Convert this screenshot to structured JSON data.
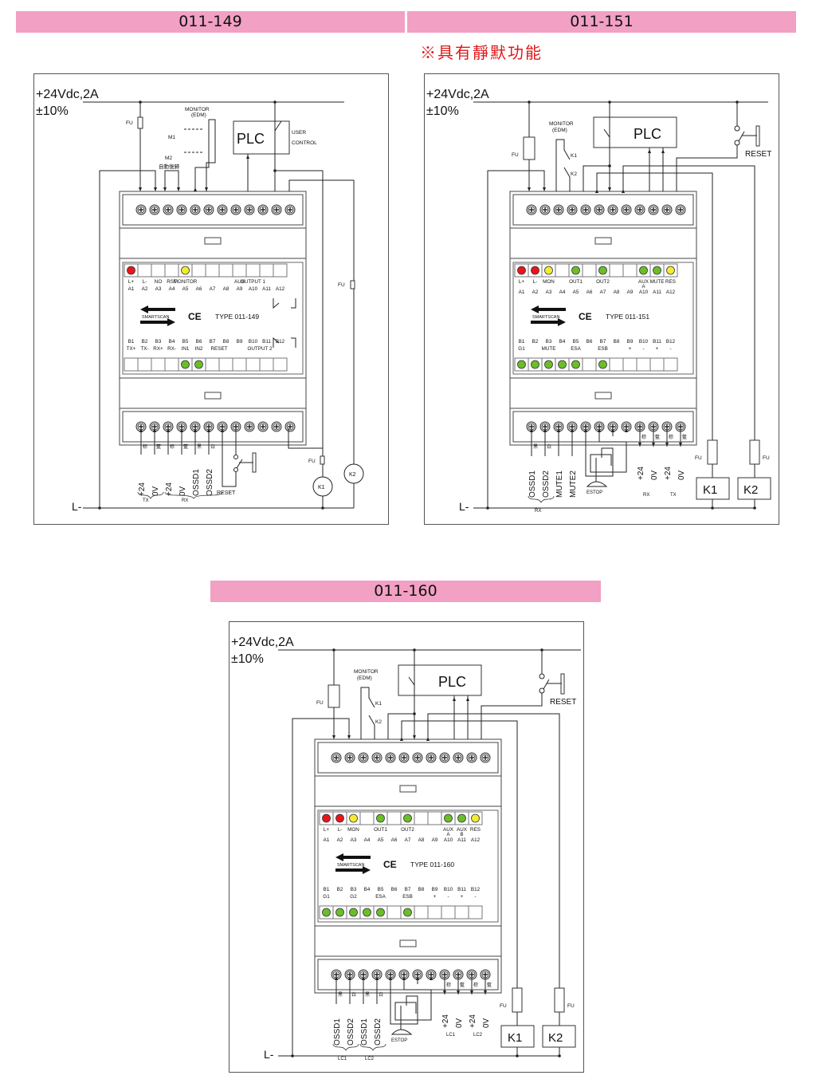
{
  "headers": {
    "h149": "011-149",
    "h151": "011-151",
    "h160": "011-160"
  },
  "note_151": "※具有靜默功能",
  "colors": {
    "header_pink": "#f2a0c3",
    "note_red": "#e01818",
    "led_red": "#e8161b",
    "led_yellow": "#f2ec32",
    "led_green": "#6cbd2a"
  },
  "common": {
    "supply_line1": "+24Vdc,2A",
    "supply_line2": "±10%",
    "neg_rail": "L-",
    "fuse": "FU",
    "brand": "SMARTSCAN",
    "ce": "CE"
  },
  "d149": {
    "type_label": "TYPE 011-149",
    "monitor": "MONITOR",
    "edm": "(EDM)",
    "m1": "M1",
    "m2": "M2",
    "auto_reset": "自動復歸",
    "plc": "PLC",
    "user": "USER",
    "control": "CONTROL",
    "a_func": [
      "L+",
      "L-",
      "NO",
      "RST",
      "MONITOR",
      "",
      "",
      "",
      "AUX",
      "OUTPUT 1",
      "",
      ""
    ],
    "a_pins": [
      "A1",
      "A2",
      "A3",
      "A4",
      "A5",
      "A6",
      "A7",
      "A8",
      "A9",
      "A10",
      "A11",
      "A12"
    ],
    "b_pins": [
      "B1",
      "B2",
      "B3",
      "B4",
      "B5",
      "B6",
      "B7",
      "B8",
      "B9",
      "B10",
      "B11",
      "B12"
    ],
    "b_func": [
      "TX+",
      "TX-",
      "RX+",
      "RX-",
      "IN1",
      "IN2",
      "RESET",
      "",
      "",
      "OUTPUT 2",
      "",
      ""
    ],
    "leds_top": [
      "red",
      "",
      "",
      "",
      "yellow",
      "",
      "",
      "",
      "",
      "",
      "",
      ""
    ],
    "leds_bottom": [
      "",
      "",
      "",
      "",
      "green",
      "green",
      "",
      "",
      "",
      "",
      "",
      ""
    ],
    "wire_colors": [
      "棕",
      "藍",
      "棕",
      "藍",
      "黑",
      "白"
    ],
    "bottom_labels": [
      "+24",
      "0V",
      "+24",
      "0V",
      "OSSD1",
      "OSSD2"
    ],
    "tx": "TX",
    "rx": "RX",
    "reset": "RESET",
    "k1": "K1",
    "k2": "K2"
  },
  "d151": {
    "type_label": "TYPE 011-151",
    "monitor": "MONITOR",
    "edm": "(EDM)",
    "k1": "K1",
    "k2": "K2",
    "plc": "PLC",
    "reset": "RESET",
    "a_func": [
      "L+",
      "L-",
      "MON",
      "",
      "OUT1",
      "",
      "OUT2",
      "",
      "",
      "AUX",
      "MUTE",
      "RES"
    ],
    "a_func_sub": "A",
    "a_pins": [
      "A1",
      "A2",
      "A3",
      "A4",
      "A5",
      "A6",
      "A7",
      "A8",
      "A9",
      "A10",
      "A11",
      "A12"
    ],
    "b_pins": [
      "B1",
      "B2",
      "B3",
      "B4",
      "B5",
      "B6",
      "B7",
      "B8",
      "B9",
      "B10",
      "B11",
      "B12"
    ],
    "b_func": [
      "G1",
      "",
      "MUTE",
      "",
      "ESA",
      "",
      "ESB",
      "",
      "+",
      "-",
      "+",
      "-"
    ],
    "leds_top": [
      "red",
      "red",
      "yellow",
      "",
      "green",
      "",
      "green",
      "",
      "",
      "green",
      "green",
      "yellow"
    ],
    "leds_bottom": [
      "green",
      "green",
      "green",
      "green",
      "green",
      "",
      "green",
      "",
      "",
      "",
      "",
      ""
    ],
    "wire_colors_left": [
      "黑",
      "白"
    ],
    "wire_colors_right": [
      "棕",
      "藍",
      "棕",
      "藍"
    ],
    "bottom_labels_left": [
      "OSSD1",
      "OSSD2",
      "MUTE1",
      "MUTE2"
    ],
    "estop": "ESTOP",
    "bottom_labels_right": [
      "+24",
      "0V",
      "+24",
      "0V"
    ],
    "rx": "RX",
    "tx": "TX",
    "k1_box": "K1",
    "k2_box": "K2"
  },
  "d160": {
    "type_label": "TYPE 011-160",
    "monitor": "MONITOR",
    "edm": "(EDM)",
    "k1": "K1",
    "k2": "K2",
    "plc": "PLC",
    "reset": "RESET",
    "a_func": [
      "L+",
      "L-",
      "MON",
      "",
      "OUT1",
      "",
      "OUT2",
      "",
      "",
      "AUX",
      "AUX",
      "RES"
    ],
    "a_func_sub": [
      "A",
      "B"
    ],
    "a_pins": [
      "A1",
      "A2",
      "A3",
      "A4",
      "A5",
      "A6",
      "A7",
      "A8",
      "A9",
      "A10",
      "A11",
      "A12"
    ],
    "b_pins": [
      "B1",
      "B2",
      "B3",
      "B4",
      "B5",
      "B6",
      "B7",
      "B8",
      "B9",
      "B10",
      "B11",
      "B12"
    ],
    "b_func": [
      "G1",
      "",
      "G2",
      "",
      "ESA",
      "",
      "ESB",
      "",
      "+",
      "-",
      "+",
      "-"
    ],
    "leds_top": [
      "red",
      "red",
      "yellow",
      "",
      "green",
      "",
      "green",
      "",
      "",
      "green",
      "green",
      "yellow"
    ],
    "leds_bottom": [
      "green",
      "green",
      "green",
      "green",
      "green",
      "",
      "green",
      "",
      "",
      "",
      "",
      ""
    ],
    "wire_colors_left": [
      "黑",
      "白",
      "黑",
      "白"
    ],
    "wire_colors_right": [
      "棕",
      "藍",
      "棕",
      "藍"
    ],
    "bottom_labels_left": [
      "OSSD1",
      "OSSD2",
      "OSSD1",
      "OSSD2"
    ],
    "estop": "ESTOP",
    "bottom_labels_right": [
      "+24",
      "0V",
      "+24",
      "0V"
    ],
    "lc1": "LC1",
    "lc2": "LC2",
    "k1_box": "K1",
    "k2_box": "K2"
  }
}
